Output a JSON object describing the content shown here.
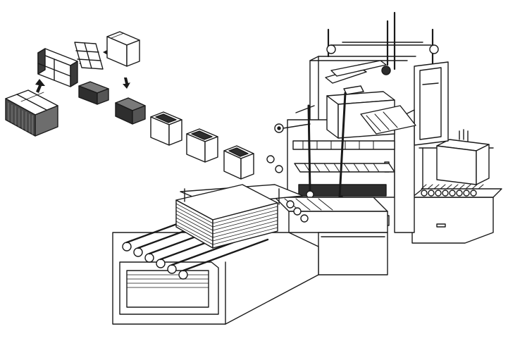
{
  "illustration": {
    "subject": "case-erecting-machine",
    "colors": {
      "ink": "#1a1a1a",
      "paper": "#ffffff",
      "shade_light": "#d9d9d9",
      "shade_mid": "#9a9a9a",
      "shade_dark": "#4a4a4a"
    },
    "sequence_steps": [
      "flattened-blank",
      "blank-pulled-open",
      "squared-sleeve",
      "sleeve-rotated",
      "bottom-flaps-folding",
      "bottom-sealed",
      "open-case-1",
      "open-case-2",
      "open-case-3"
    ],
    "machine_parts": [
      "blank-magazine",
      "infeed-roller-conveyor",
      "erecting-frame",
      "overhead-cylinders",
      "folding-table",
      "discharge-conveyor",
      "finished-case"
    ]
  }
}
